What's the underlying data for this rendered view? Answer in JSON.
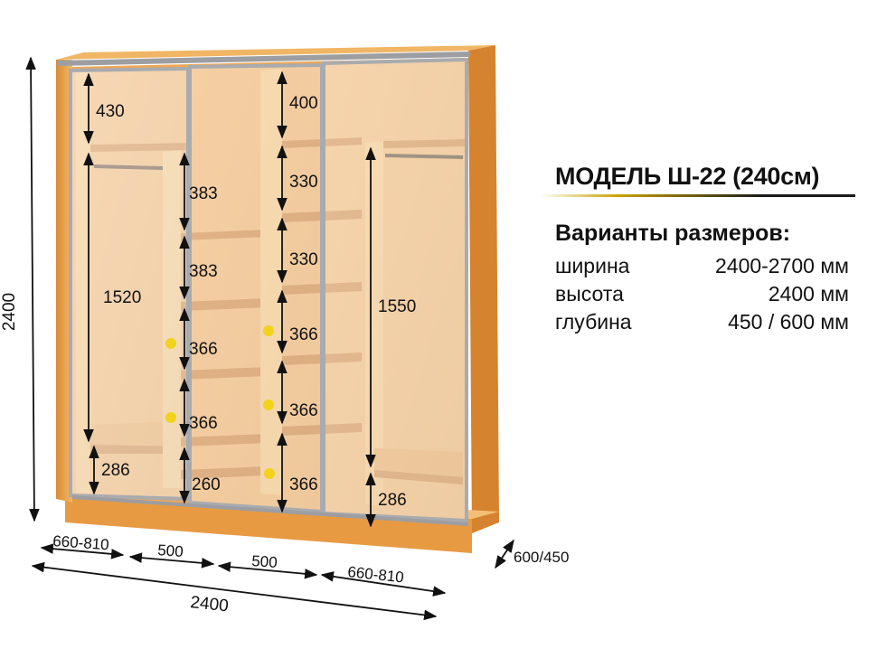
{
  "info": {
    "model_title": "МОДЕЛЬ Ш-22 (240см)",
    "variants_title": "Варианты размеров:",
    "rows": [
      {
        "label": "ширина",
        "value": "2400-2700 мм"
      },
      {
        "label": "высота",
        "value": "2400 мм"
      },
      {
        "label": "глубина",
        "value": "450 / 600 мм"
      }
    ]
  },
  "dimensions": {
    "total_height": "2400",
    "total_width": "2400",
    "depth": "600/450",
    "widths": [
      "660-810",
      "500",
      "500",
      "660-810"
    ],
    "left_section": [
      "430",
      "1520",
      "286"
    ],
    "center_left_column": [
      "383",
      "383",
      "366",
      "366",
      "260"
    ],
    "center_right_column": [
      "400",
      "330",
      "330",
      "366",
      "366",
      "366"
    ],
    "right_section": [
      "1550",
      "286"
    ]
  },
  "colors": {
    "wood": "#E8A24A",
    "wood_dark": "#B8691C",
    "wood_light": "#F5C07A",
    "frame": "#A9ABAE",
    "mirror": "#F7F7F5",
    "dot": "#F2D21B",
    "accent": "#C9A400"
  }
}
